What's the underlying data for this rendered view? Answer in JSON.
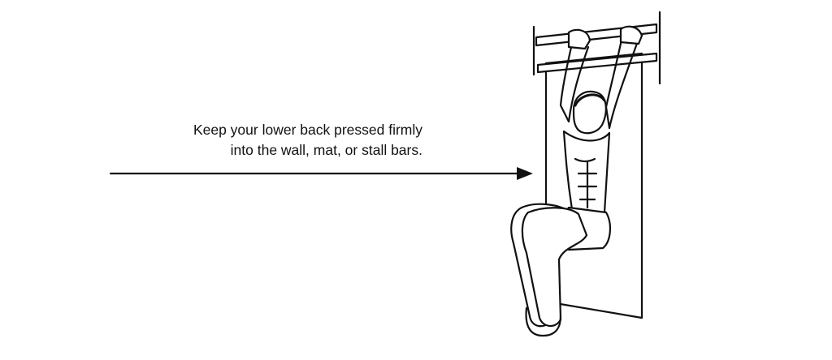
{
  "annotation": {
    "line1": "Keep your lower back pressed firmly",
    "line2": "into the wall, mat, or stall bars."
  },
  "icons": {
    "arrow": "arrow-right-icon",
    "figure": "hanging-knee-raise-illustration"
  },
  "colors": {
    "ink": "#111111",
    "background": "#ffffff"
  }
}
